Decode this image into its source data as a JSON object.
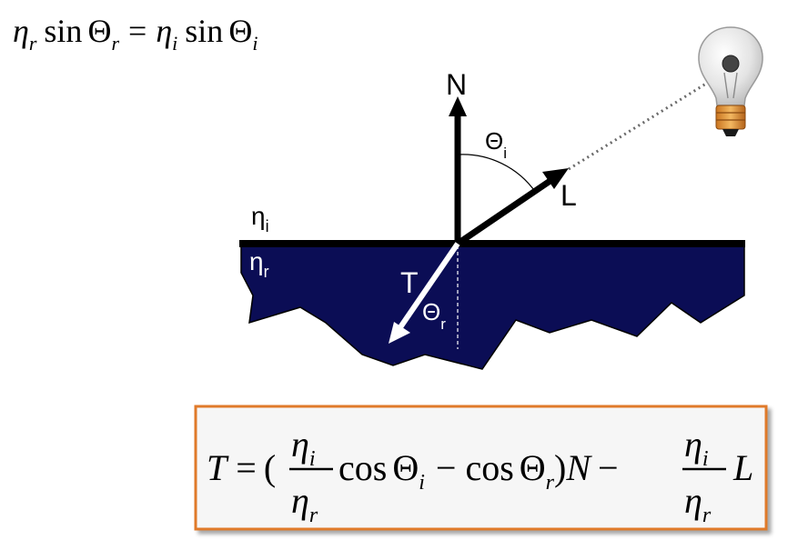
{
  "snell_law": {
    "eta": "η",
    "sub_r": "r",
    "sub_i": "i",
    "sin": "sin",
    "theta": "Θ",
    "equals": "="
  },
  "diagram": {
    "normal_label": "N",
    "light_label": "L",
    "transmitted_label": "T",
    "incident_angle": {
      "symbol": "Θ",
      "subscript": "i"
    },
    "refracted_angle": {
      "symbol": "Θ",
      "subscript": "r"
    },
    "upper_medium": {
      "symbol": "η",
      "subscript": "i"
    },
    "lower_medium": {
      "symbol": "η",
      "subscript": "r"
    },
    "colors": {
      "medium_fill": "#0b0d55",
      "interface_line": "#000000",
      "transmitted_arrow": "#ffffff",
      "light_ray": "#6a6a6a"
    },
    "light_source_icon": "lightbulb-icon"
  },
  "formula_box": {
    "T": "T",
    "equals": "=",
    "open_paren": "(",
    "close_paren": ")",
    "eta": "η",
    "sub_i": "i",
    "sub_r": "r",
    "cos": "cos",
    "theta": "Θ",
    "minus": "−",
    "N": "N",
    "L": "L",
    "border_color": "#e07a2a"
  }
}
